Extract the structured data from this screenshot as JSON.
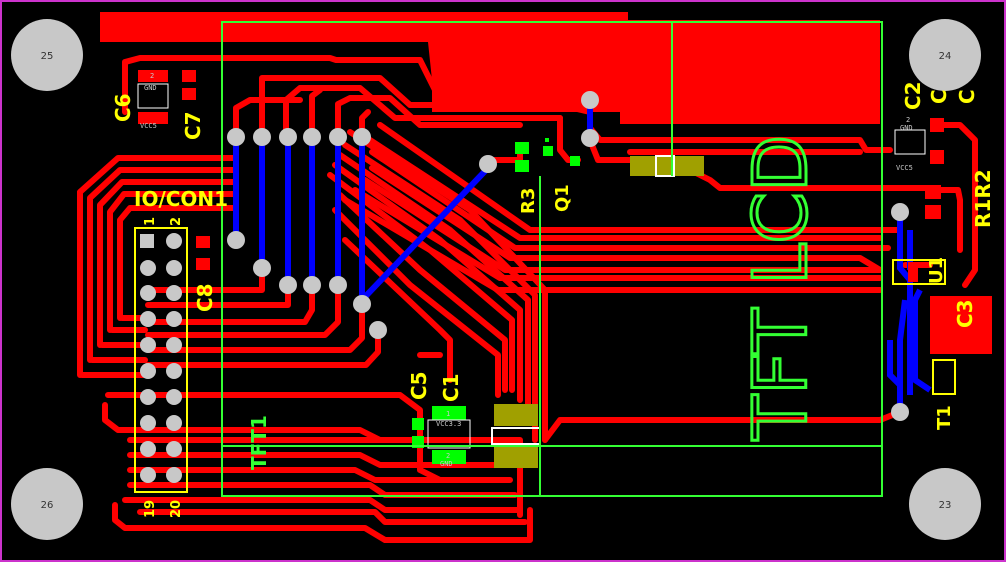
{
  "colors": {
    "board_bg": "#000000",
    "outline": "#cc33cc",
    "top_copper": "#ff0000",
    "bottom_copper": "#0000ff",
    "silkscreen": "#ffff00",
    "mechanical": "#33ff33",
    "mount_hole": "#c8c8c8"
  },
  "mount_holes": [
    {
      "label": "25"
    },
    {
      "label": "24"
    },
    {
      "label": "26"
    },
    {
      "label": "23"
    }
  ],
  "designators": {
    "c6": "C6",
    "c7": "C7",
    "io_con1": "IO/CON1",
    "c8": "C8",
    "r3": "R3",
    "q1": "Q1",
    "c5": "C5",
    "c1": "C1",
    "c2": "C2",
    "c3": "C3",
    "c4_partial": "C",
    "c_partial2": "C",
    "r1r2": "R1R2",
    "u1": "U1",
    "t1": "T1",
    "tft1": "TFT1",
    "tft_lcd": "TFT LCD"
  },
  "connector": {
    "pin_top_left": "1",
    "pin_top_right": "2",
    "pin_bottom_left": "19",
    "pin_bottom_right": "20"
  },
  "pad_labels": {
    "c6_top": "GND",
    "c6_bottom": "VCC5",
    "c2_top": "GND",
    "c2_bottom": "VCC5",
    "c1_top": "VCC3.3",
    "c1_bottom": "GND",
    "c1_pin1": "1",
    "c1_pin2": "2",
    "c6_pin": "2",
    "c2_pin": "2"
  }
}
